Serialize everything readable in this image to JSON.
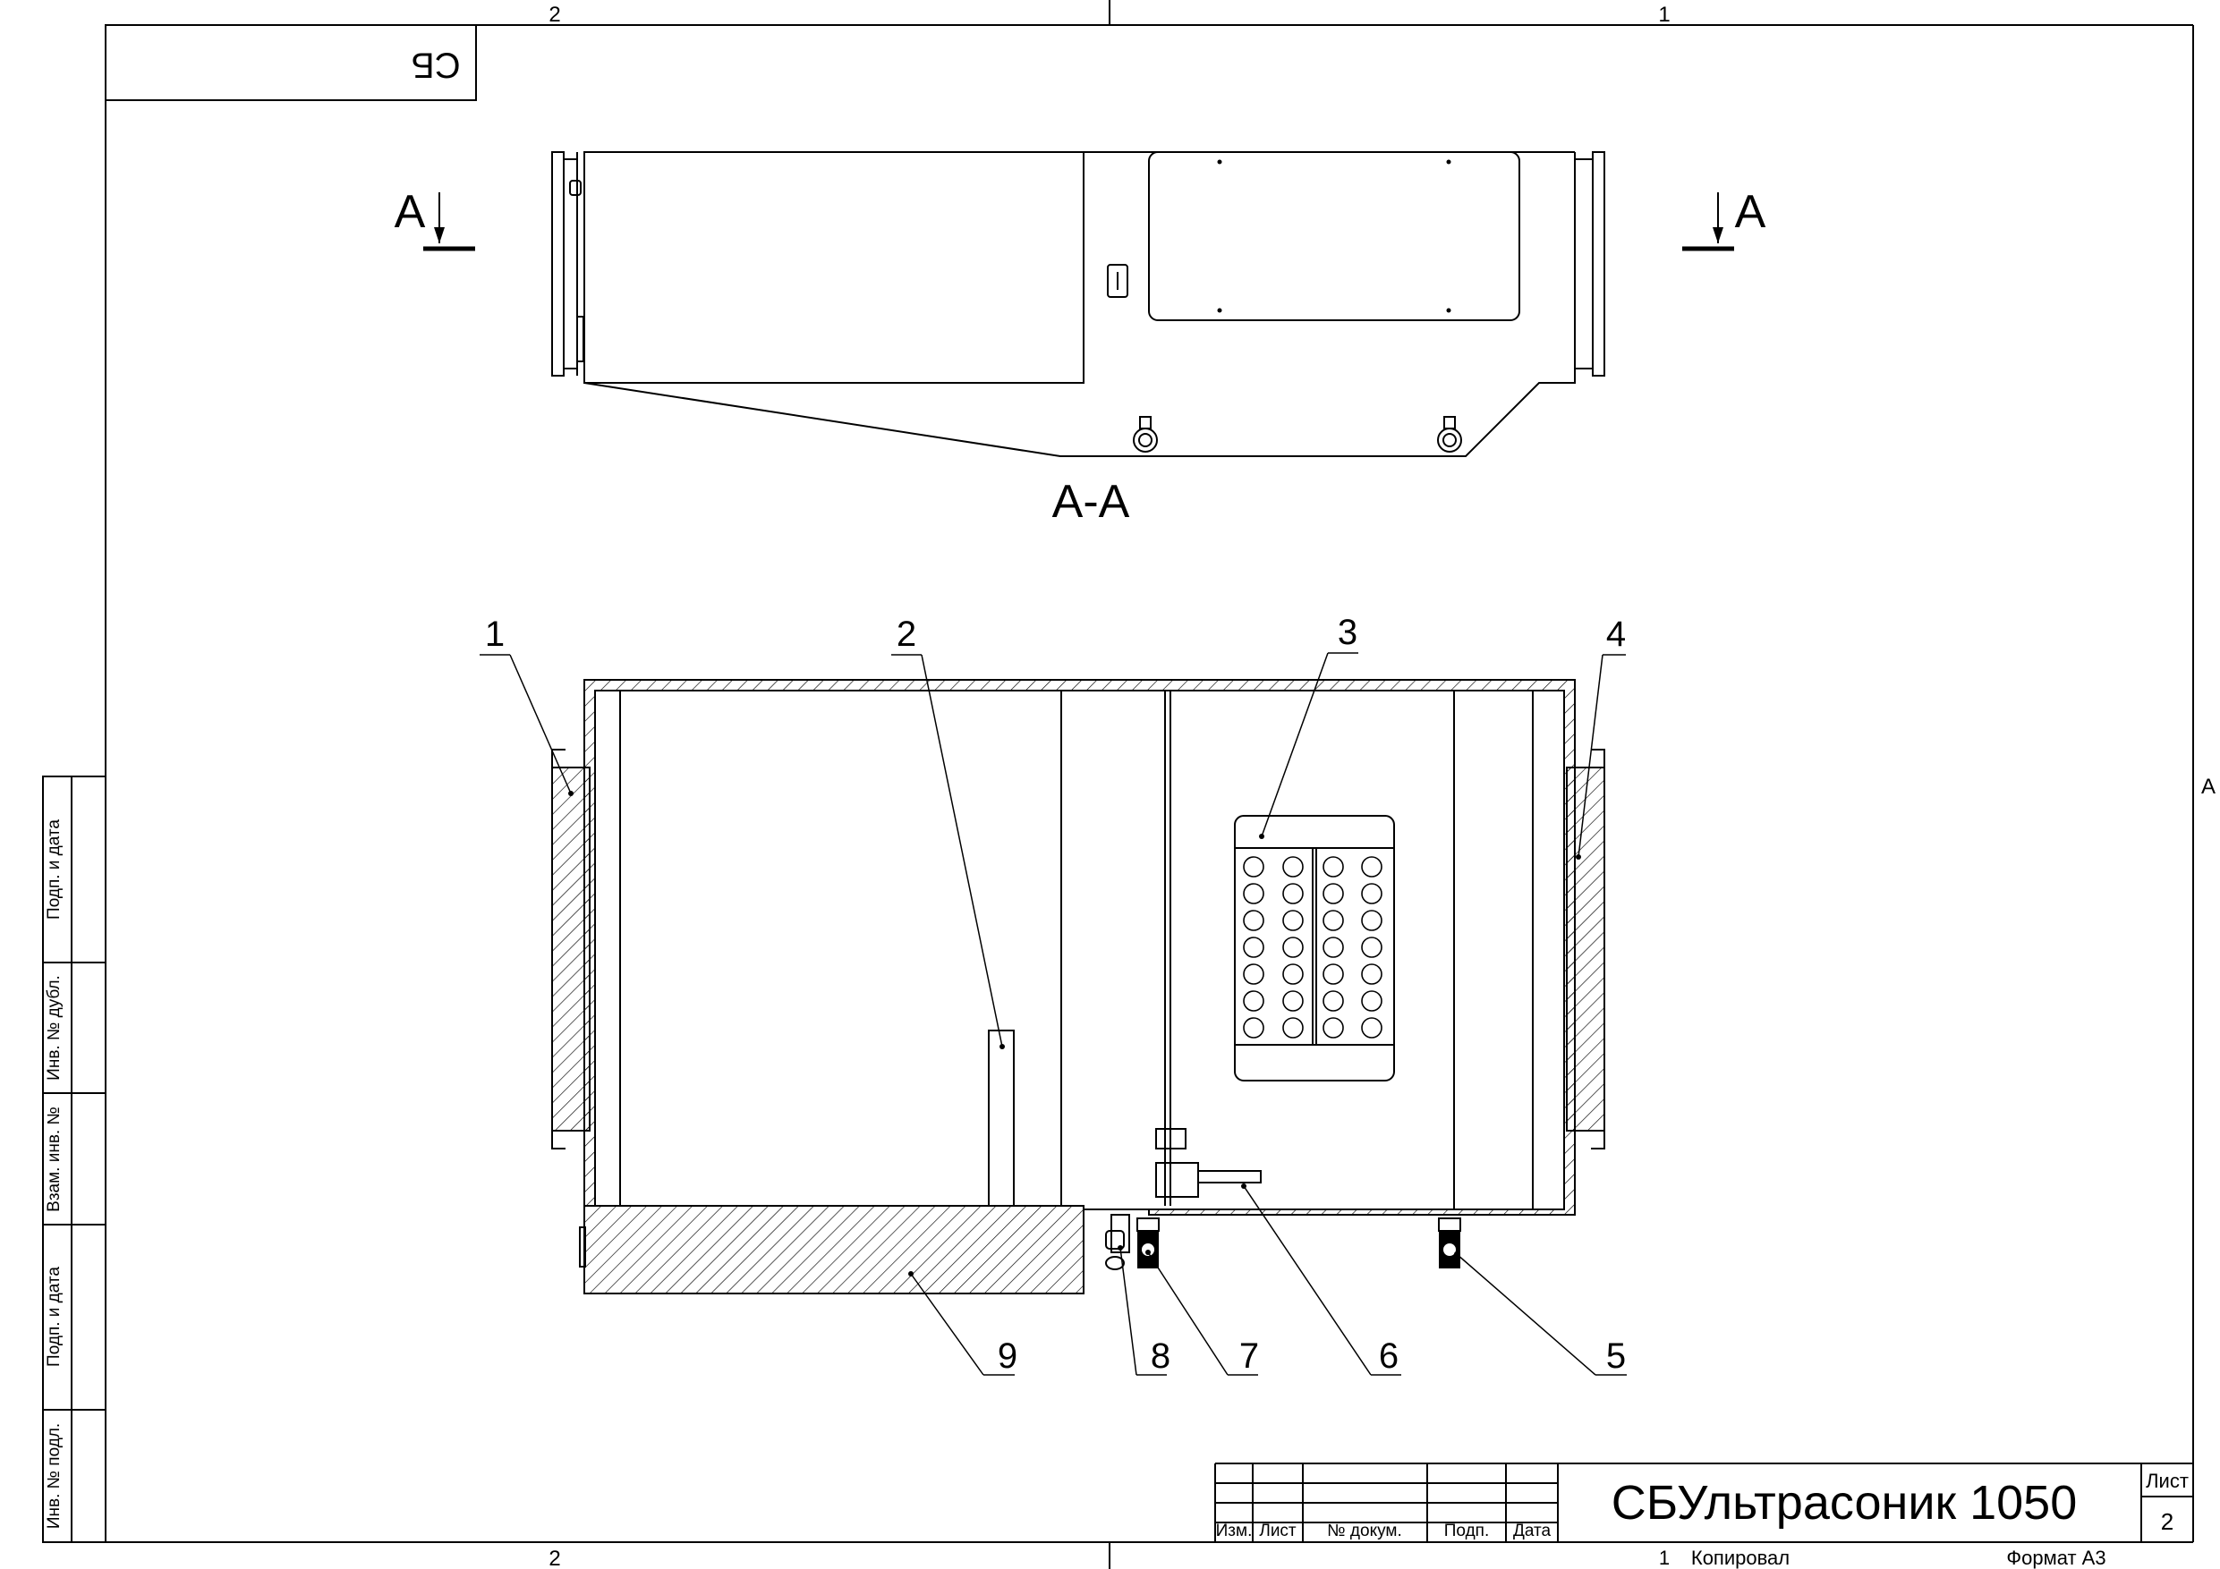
{
  "sheet": {
    "zones_top": [
      "2",
      "1"
    ],
    "zones_bottom": [
      "2"
    ],
    "zone_right": "A",
    "corner_stamp": "СБ"
  },
  "side_strip": {
    "fields": [
      "Подп. и дата",
      "Инв. № дубл.",
      "Взам. инв. №",
      "Подп. и дата",
      "Инв. № подл."
    ]
  },
  "view": {
    "section_mark_left": "А",
    "section_mark_right": "А",
    "section_title": "А-А"
  },
  "callouts": [
    "1",
    "2",
    "3",
    "4",
    "5",
    "6",
    "7",
    "8",
    "9"
  ],
  "title_block": {
    "columns": [
      "Изм.",
      "Лист",
      "№ докум.",
      "Подп.",
      "Дата"
    ],
    "designation": "СБУльтрасоник 1050",
    "sheet_label": "Лист",
    "sheet_number": "2"
  },
  "footer": {
    "copied_number": "1",
    "copied_label": "Копировал",
    "format_label": "Формат А3"
  }
}
